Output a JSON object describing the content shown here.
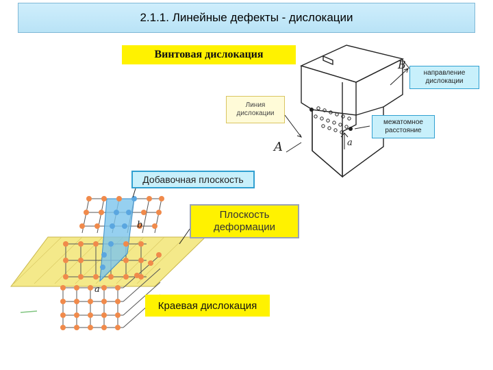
{
  "title": "2.1.1. Линейные дефекты  -  дислокации",
  "labels": {
    "screw_dislocation": "Винтовая дислокация",
    "dislocation_direction": "направление дислокации",
    "dislocation_line": "Линия дислокации",
    "interatomic_distance": "межатомное расстояние",
    "extra_plane": "Добавочная плоскость",
    "deformation_plane": "Плоскость деформации",
    "edge_dislocation": "Краевая дислокация"
  },
  "letters": {
    "b": "B",
    "a_upper": "a",
    "A": "A",
    "b_lower": "b",
    "a_lower": "a"
  },
  "colors": {
    "title_bg": "#c4e9f9",
    "yellow": "#fff200",
    "cyan_box": "#c8f0fb",
    "atom_orange": "#f08a4b",
    "atom_blue": "#5aa6e0",
    "plane_yellow": "#f4e98a"
  }
}
